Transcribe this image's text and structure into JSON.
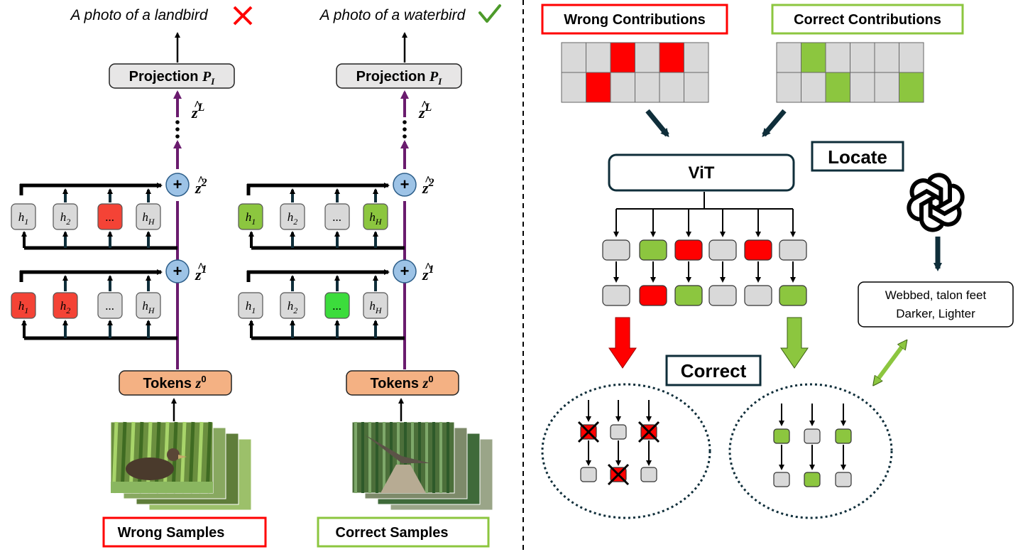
{
  "left": {
    "panels": [
      {
        "caption": "A photo of a landbird",
        "verdict": "wrong",
        "projection_label": "Projection",
        "projection_symbol": "P",
        "projection_sub": "I",
        "zL_base": "z",
        "zL_sup": "L",
        "z2_base": "z",
        "z2_sup": "2",
        "z1_base": "z",
        "z1_sup": "1",
        "tokens_label": "Tokens",
        "tokens_symbol": "z",
        "tokens_sup": "0",
        "samples_label": "Wrong Samples",
        "layer2_heads": [
          {
            "base": "h",
            "sub": "1",
            "state": "neutral"
          },
          {
            "base": "h",
            "sub": "2",
            "state": "neutral"
          },
          {
            "base": "...",
            "sub": "",
            "state": "wrong"
          },
          {
            "base": "h",
            "sub": "H",
            "state": "neutral"
          }
        ],
        "layer1_heads": [
          {
            "base": "h",
            "sub": "1",
            "state": "wrong"
          },
          {
            "base": "h",
            "sub": "2",
            "state": "wrong"
          },
          {
            "base": "...",
            "sub": "",
            "state": "neutral"
          },
          {
            "base": "h",
            "sub": "H",
            "state": "neutral"
          }
        ]
      },
      {
        "caption": "A photo of a waterbird",
        "verdict": "correct",
        "projection_label": "Projection",
        "projection_symbol": "P",
        "projection_sub": "I",
        "zL_base": "z",
        "zL_sup": "L",
        "z2_base": "z",
        "z2_sup": "2",
        "z1_base": "z",
        "z1_sup": "1",
        "tokens_label": "Tokens",
        "tokens_symbol": "z",
        "tokens_sup": "0",
        "samples_label": "Correct Samples",
        "layer2_heads": [
          {
            "base": "h",
            "sub": "1",
            "state": "correct"
          },
          {
            "base": "h",
            "sub": "2",
            "state": "neutral"
          },
          {
            "base": "...",
            "sub": "",
            "state": "neutral"
          },
          {
            "base": "h",
            "sub": "H",
            "state": "correct"
          }
        ],
        "layer1_heads": [
          {
            "base": "h",
            "sub": "1",
            "state": "neutral"
          },
          {
            "base": "h",
            "sub": "2",
            "state": "neutral"
          },
          {
            "base": "...",
            "sub": "",
            "state": "correct-bright"
          },
          {
            "base": "h",
            "sub": "H",
            "state": "neutral"
          }
        ]
      }
    ]
  },
  "right": {
    "wrong_contrib_label": "Wrong Contributions",
    "correct_contrib_label": "Correct Contributions",
    "wrong_grid": [
      [
        "neutral",
        "neutral",
        "wrong",
        "neutral",
        "wrong",
        "neutral"
      ],
      [
        "neutral",
        "wrong",
        "neutral",
        "neutral",
        "neutral",
        "neutral"
      ]
    ],
    "correct_grid": [
      [
        "neutral",
        "correct",
        "neutral",
        "neutral",
        "neutral",
        "neutral"
      ],
      [
        "neutral",
        "neutral",
        "correct",
        "neutral",
        "neutral",
        "correct"
      ]
    ],
    "locate_label": "Locate",
    "vit_label": "ViT",
    "vit_row1": [
      "neutral",
      "correct",
      "wrong",
      "neutral",
      "wrong",
      "neutral"
    ],
    "vit_row2": [
      "neutral",
      "wrong",
      "correct",
      "neutral",
      "neutral",
      "correct"
    ],
    "correct_label": "Correct",
    "text_box_line1": "Webbed, talon feet",
    "text_box_line2": "Darker, Lighter",
    "wrong_cluster": {
      "top": [
        "crossed",
        "neutral",
        "crossed"
      ],
      "bottom": [
        "neutral",
        "crossed",
        "neutral"
      ]
    },
    "correct_cluster": {
      "top": [
        "correct",
        "neutral",
        "correct"
      ],
      "bottom": [
        "neutral",
        "correct",
        "neutral"
      ]
    }
  },
  "colors": {
    "wrong": "#ff0000",
    "wrong_head": "#f44336",
    "correct": "#8cc63f",
    "correct_bright": "#3cdc3c",
    "neutral": "#d9d9d9",
    "node_blue": "#9dc3e6",
    "purple": "#6a1b6e",
    "tokens_fill": "#f4b183",
    "proj_fill": "#e7e6e6",
    "check": "#4c9a2a",
    "dark_navy": "#0f2e3a"
  }
}
